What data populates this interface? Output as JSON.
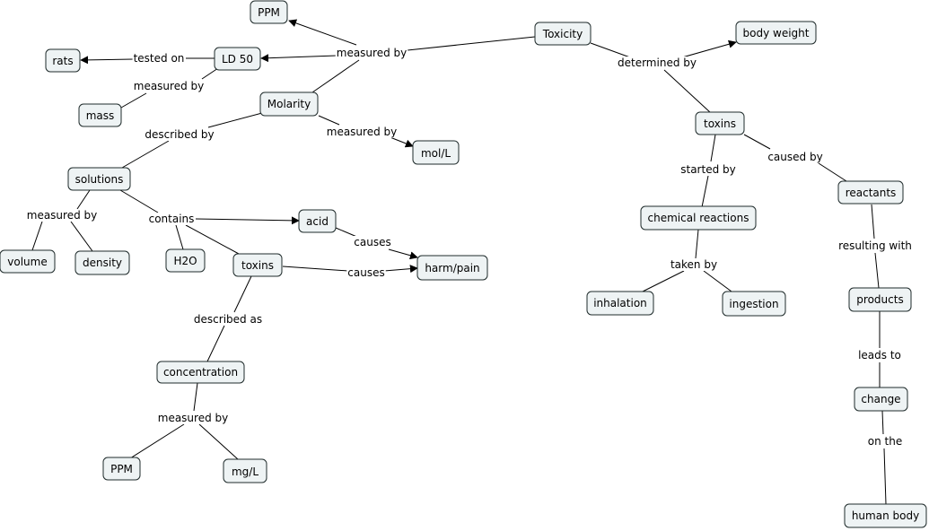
{
  "nodes": {
    "ppm_top": "PPM",
    "toxicity": "Toxicity",
    "body_weight": "body weight",
    "rats": "rats",
    "ld50": "LD 50",
    "mass": "mass",
    "molarity": "Molarity",
    "mol_l": "mol/L",
    "toxins_right": "toxins",
    "solutions": "solutions",
    "reactants": "reactants",
    "acid": "acid",
    "chemical_reactions": "chemical reactions",
    "volume": "volume",
    "density": "density",
    "h2o": "H2O",
    "toxins_left": "toxins",
    "harm_pain": "harm/pain",
    "inhalation": "inhalation",
    "ingestion": "ingestion",
    "products": "products",
    "concentration": "concentration",
    "change": "change",
    "ppm_bottom": "PPM",
    "mg_l": "mg/L",
    "human_body": "human body"
  },
  "links": {
    "measured_by_top": "measured by",
    "tested_on": "tested on",
    "measured_by_mass": "measured by",
    "determined_by": "determined by",
    "described_by": "described by",
    "measured_by_mol": "measured by",
    "started_by": "started by",
    "caused_by": "caused by",
    "measured_by_solutions": "measured by",
    "contains": "contains",
    "causes_acid": "causes",
    "causes_toxins": "causes",
    "resulting_with": "resulting with",
    "taken_by": "taken by",
    "described_as": "described as",
    "leads_to": "leads to",
    "measured_by_conc": "measured by",
    "on_the": "on the"
  }
}
